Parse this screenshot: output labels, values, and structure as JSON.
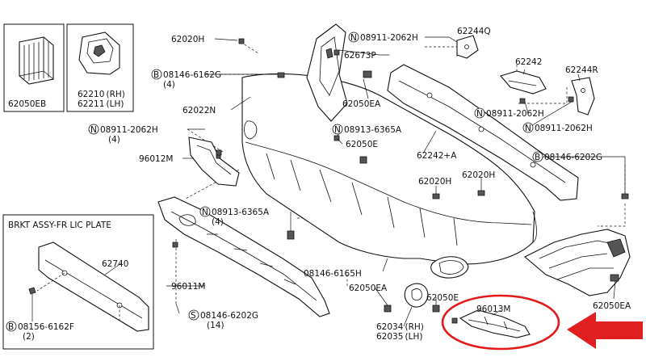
{
  "diagram": {
    "inset_title": "BRKT ASSY-FR LIC PLATE",
    "labels": {
      "p62050EB": "62050EB",
      "p62210": "62210 (RH)",
      "p62211": "62211 (LH)",
      "p62020H_a": "62020H",
      "p08146_6162G_no": "08146-6162G",
      "p08146_6162G_qty": "(4)",
      "p62022N": "62022N",
      "p08911_2062H_a_no": "08911-2062H",
      "p08911_2062H_a_qty": "(4)",
      "p96012M": "96012M",
      "p08911_2062H_b": "08911-2062H",
      "p62244Q": "62244Q",
      "p62673P": "62673P",
      "p62050EA_a": "62050EA",
      "p62242": "62242",
      "p62244R": "62244R",
      "p08911_2062H_c": "08911-2062H",
      "p08911_2062H_d": "08911-2062H",
      "p08913_6365A_a": "08913-6365A",
      "p62050E_a": "62050E",
      "p62242A": "62242+A",
      "p08146_6202G_a": "08146-6202G",
      "p62020H_b": "62020H",
      "p62020H_c": "62020H",
      "p08913_6365A_b_no": "08913-6365A",
      "p08913_6365A_b_qty": "(4)",
      "p62740": "62740",
      "p96011M": "96011M",
      "p08146_6165H": "08146-6165H",
      "p62050EA_b": "62050EA",
      "p62050E_b": "62050E",
      "p62050EA_c": "62050EA",
      "p08146_6202G_b_no": "08146-6202G",
      "p08146_6202G_b_qty": "(14)",
      "p08156_6162F_no": "08156-6162F",
      "p08156_6162F_qty": "(2)",
      "p62034": "62034 (RH)",
      "p62035": "62035 (LH)",
      "p96013M": "96013M"
    },
    "prefix": {
      "N": "N",
      "B": "B",
      "S": "S"
    },
    "highlight": {
      "part": "96013M",
      "color": "#e21a1a"
    }
  }
}
